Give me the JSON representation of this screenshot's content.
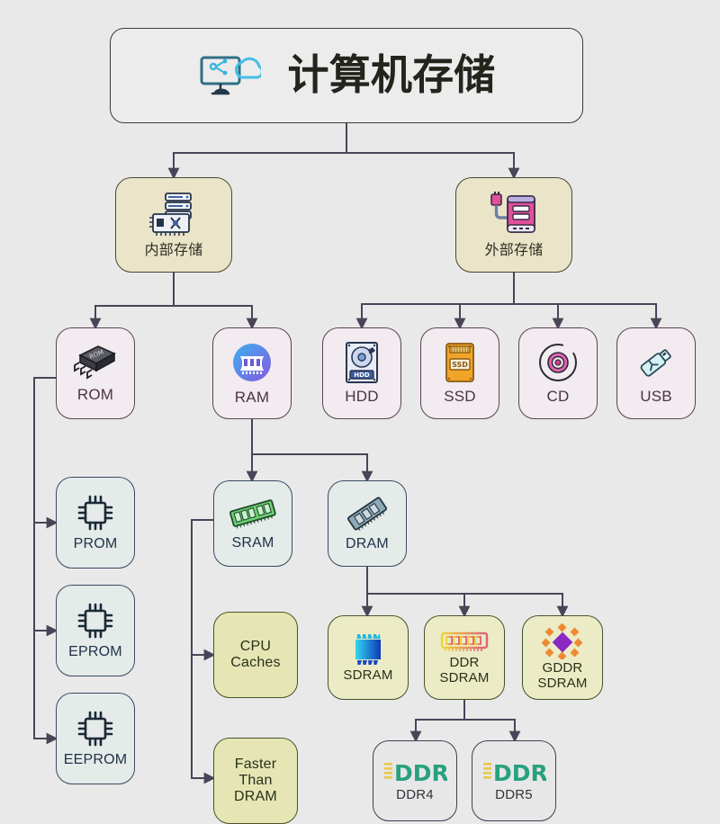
{
  "diagram": {
    "title": "计算机存储",
    "title_icon": "monitor-cloud-icon",
    "background": "#e9e9e9",
    "edge_color": "#4a4458"
  },
  "nodes": {
    "root": {
      "label": "计算机存储",
      "icon": "monitor-cloud-icon"
    },
    "internal": {
      "label": "内部存储",
      "icon": "server-board-icon"
    },
    "external": {
      "label": "外部存储",
      "icon": "external-drive-icon"
    },
    "rom": {
      "label": "ROM",
      "icon": "rom-chip-icon"
    },
    "ram": {
      "label": "RAM",
      "icon": "ram-circle-icon"
    },
    "hdd": {
      "label": "HDD",
      "icon": "hard-disk-icon"
    },
    "ssd": {
      "label": "SSD",
      "icon": "ssd-icon"
    },
    "cd": {
      "label": "CD",
      "icon": "compact-disc-icon"
    },
    "usb": {
      "label": "USB",
      "icon": "usb-flash-drive-icon"
    },
    "prom": {
      "label": "PROM",
      "icon": "cpu-chip-icon"
    },
    "eprom": {
      "label": "EPROM",
      "icon": "cpu-chip-icon"
    },
    "eeprom": {
      "label": "EEPROM",
      "icon": "cpu-chip-icon"
    },
    "sram": {
      "label": "SRAM",
      "icon": "green-memory-stick-icon"
    },
    "dram": {
      "label": "DRAM",
      "icon": "blue-memory-stick-icon"
    },
    "cpu_caches": {
      "label": "CPU\nCaches",
      "icon": "none"
    },
    "faster": {
      "label": "Faster\nThan\nDRAM",
      "icon": "none"
    },
    "sdram": {
      "label": "SDRAM",
      "icon": "sdram-chip-icon"
    },
    "ddr_sdram": {
      "label": "DDR\nSDRAM",
      "icon": "ddr-module-icon"
    },
    "gddr_sdram": {
      "label": "GDDR\nSDRAM",
      "icon": "gddr-chip-icon"
    },
    "ddr4": {
      "label": "DDR4",
      "icon": "ddr-logo-icon"
    },
    "ddr5": {
      "label": "DDR5",
      "icon": "ddr-logo-icon"
    }
  },
  "edges": [
    {
      "from": "root",
      "to": "internal"
    },
    {
      "from": "root",
      "to": "external"
    },
    {
      "from": "internal",
      "to": "rom"
    },
    {
      "from": "internal",
      "to": "ram"
    },
    {
      "from": "external",
      "to": "hdd"
    },
    {
      "from": "external",
      "to": "ssd"
    },
    {
      "from": "external",
      "to": "cd"
    },
    {
      "from": "external",
      "to": "usb"
    },
    {
      "from": "rom",
      "to": "prom"
    },
    {
      "from": "rom",
      "to": "eprom"
    },
    {
      "from": "rom",
      "to": "eeprom"
    },
    {
      "from": "ram",
      "to": "sram"
    },
    {
      "from": "ram",
      "to": "dram"
    },
    {
      "from": "sram",
      "to": "cpu_caches"
    },
    {
      "from": "sram",
      "to": "faster"
    },
    {
      "from": "dram",
      "to": "sdram"
    },
    {
      "from": "dram",
      "to": "ddr_sdram"
    },
    {
      "from": "dram",
      "to": "gddr_sdram"
    },
    {
      "from": "ddr_sdram",
      "to": "ddr4"
    },
    {
      "from": "ddr_sdram",
      "to": "ddr5"
    }
  ]
}
